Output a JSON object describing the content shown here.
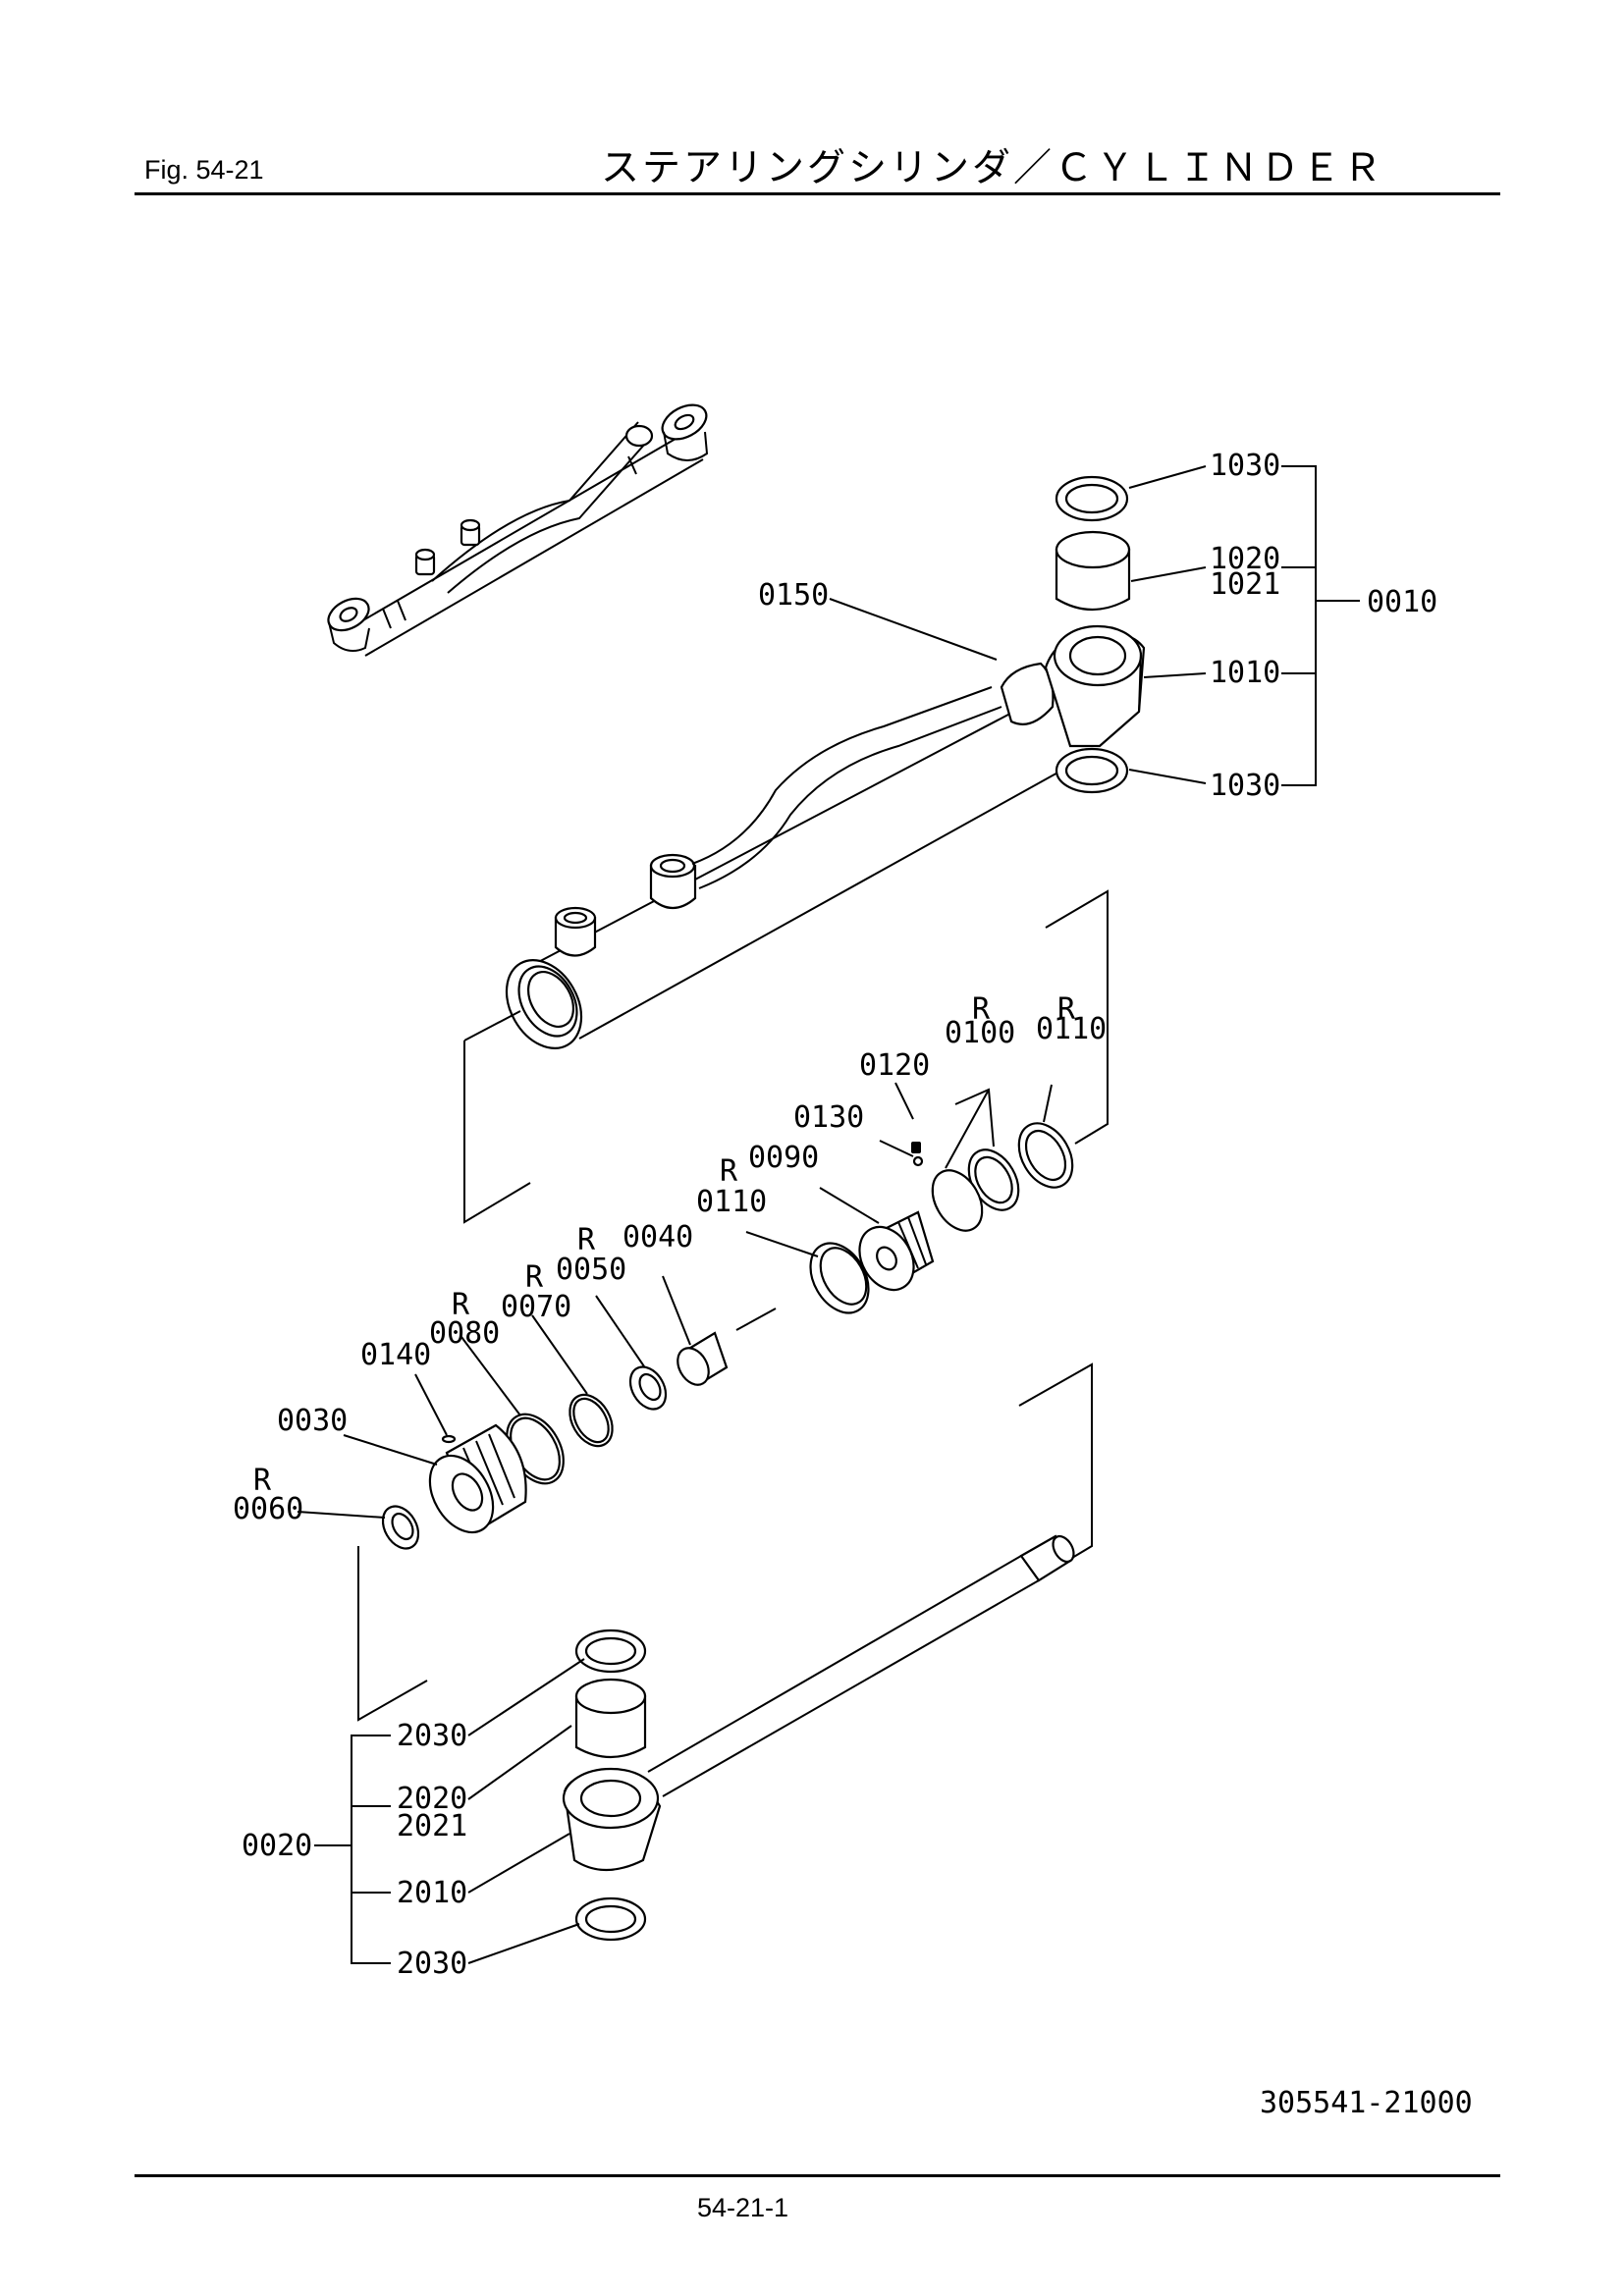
{
  "header": {
    "fig_label": "Fig.  54-21",
    "title": "ステアリングシリンダ／ＣＹＬＩＮＤＥＲ"
  },
  "callouts": {
    "c1030a": "1030",
    "c1020": "1020",
    "c1021": "1021",
    "c0010": "0010",
    "c0150": "0150",
    "c1010": "1010",
    "c1030b": "1030",
    "r0100": "R",
    "c0100": "0100",
    "r0110a": "R",
    "c0110a": "0110",
    "c0120": "0120",
    "c0130": "0130",
    "c0090": "0090",
    "r0110b": "R",
    "c0110b": "0110",
    "c0040": "0040",
    "r0050": "R",
    "c0050": "0050",
    "r0070": "R",
    "c0070": "0070",
    "r0080": "R",
    "c0080": "0080",
    "c0140": "0140",
    "c0030": "0030",
    "r0060": "R",
    "c0060": "0060",
    "c2030a": "2030",
    "c2020": "2020",
    "c2021": "2021",
    "c0020": "0020",
    "c2010": "2010",
    "c2030b": "2030"
  },
  "drawing_number": "305541-21000",
  "page_number": "54-21-1"
}
